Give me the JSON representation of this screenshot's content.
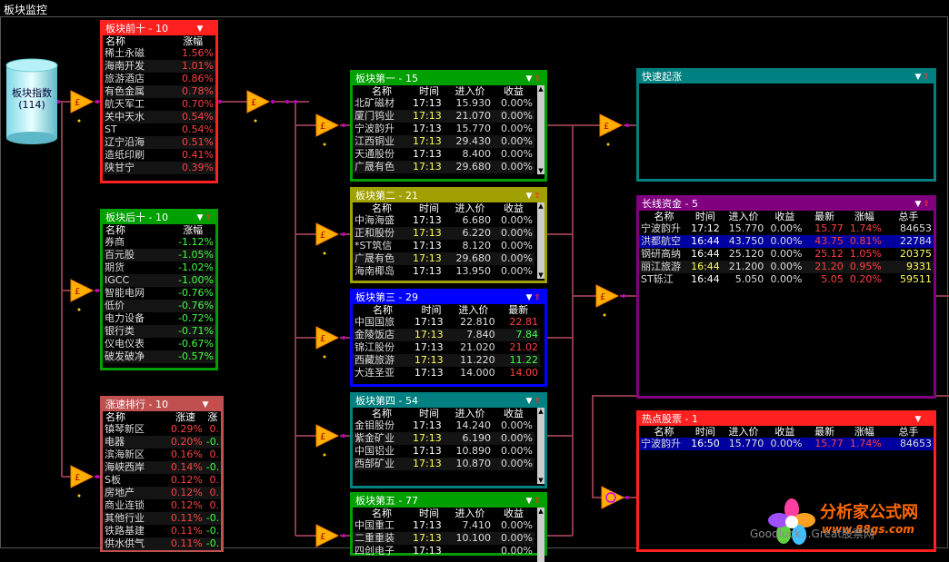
{
  "window": {
    "title": "板块监控"
  },
  "source": {
    "name": "板块指数",
    "count": "(114)"
  },
  "panels": {
    "top10": {
      "title": "板块前十 - 10",
      "headers": [
        "名称",
        "涨幅"
      ],
      "rows": [
        [
          "稀土永磁",
          "1.56%"
        ],
        [
          "海南开发",
          "1.01%"
        ],
        [
          "旅游酒店",
          "0.86%"
        ],
        [
          "有色金属",
          "0.78%"
        ],
        [
          "航天军工",
          "0.70%"
        ],
        [
          "关中天水",
          "0.54%"
        ],
        [
          "ST",
          "0.54%"
        ],
        [
          "辽宁沿海",
          "0.51%"
        ],
        [
          "造纸印刷",
          "0.41%"
        ],
        [
          "陕甘宁",
          "0.39%"
        ]
      ]
    },
    "bottom10": {
      "title": "板块后十 - 10",
      "headers": [
        "名称",
        "涨幅"
      ],
      "rows": [
        [
          "券商",
          "-1.12%"
        ],
        [
          "百元股",
          "-1.05%"
        ],
        [
          "期货",
          "-1.02%"
        ],
        [
          "IGCC",
          "-1.00%"
        ],
        [
          "智能电网",
          "-0.76%"
        ],
        [
          "低价",
          "-0.76%"
        ],
        [
          "电力设备",
          "-0.72%"
        ],
        [
          "银行类",
          "-0.71%"
        ],
        [
          "仪电仪表",
          "-0.67%"
        ],
        [
          "破发破净",
          "-0.57%"
        ]
      ]
    },
    "speed": {
      "title": "涨速排行 - 10",
      "headers": [
        "名称",
        "涨速",
        "涨"
      ],
      "rows": [
        [
          "镇琴新区",
          "0.29%",
          "0."
        ],
        [
          "电器",
          "0.20%",
          "-0."
        ],
        [
          "滨海新区",
          "0.16%",
          "0."
        ],
        [
          "海峡西岸",
          "0.14%",
          "-0."
        ],
        [
          "S板",
          "0.12%",
          "0."
        ],
        [
          "房地产",
          "0.12%",
          "0."
        ],
        [
          "商业连锁",
          "0.12%",
          "0."
        ],
        [
          "其他行业",
          "0.11%",
          "-0."
        ],
        [
          "铁路基建",
          "0.11%",
          "-0."
        ],
        [
          "供水供气",
          "0.11%",
          "-0."
        ]
      ]
    },
    "b1": {
      "title": "板块第一 - 15",
      "headers": [
        "名称",
        "时间",
        "进入价",
        "收益"
      ],
      "rows": [
        [
          "北矿磁材",
          "17:13",
          "15.930",
          "0.00%"
        ],
        [
          "厦门钨业",
          "17:13",
          "21.070",
          "0.00%"
        ],
        [
          "宁波韵升",
          "17:13",
          "15.770",
          "0.00%"
        ],
        [
          "江西铜业",
          "17:13",
          "29.430",
          "0.00%"
        ],
        [
          "天通股份",
          "17:13",
          "8.400",
          "0.00%"
        ],
        [
          "广晟有色",
          "17:13",
          "29.680",
          "0.00%"
        ]
      ]
    },
    "b2": {
      "title": "板块第二 - 21",
      "headers": [
        "名称",
        "时间",
        "进入价",
        "收益"
      ],
      "rows": [
        [
          "中海海盛",
          "17:13",
          "6.680",
          "0.00%"
        ],
        [
          "正和股份",
          "17:13",
          "6.220",
          "0.00%"
        ],
        [
          "*ST筑信",
          "17:13",
          "8.120",
          "0.00%"
        ],
        [
          "广晟有色",
          "17:13",
          "29.680",
          "0.00%"
        ],
        [
          "海南椰岛",
          "17:13",
          "13.950",
          "0.00%"
        ]
      ]
    },
    "b3": {
      "title": "板块第三 - 29",
      "headers": [
        "名称",
        "时间",
        "进入价",
        "最新"
      ],
      "rows": [
        [
          "中国国旅",
          "17:13",
          "22.810",
          "22.81"
        ],
        [
          "金陵饭店",
          "17:13",
          "7.840",
          "7.84"
        ],
        [
          "锦江股份",
          "17:13",
          "21.020",
          "21.02"
        ],
        [
          "西藏旅游",
          "17:13",
          "11.220",
          "11.22"
        ],
        [
          "大连圣亚",
          "17:13",
          "14.000",
          "14.00"
        ]
      ]
    },
    "b4": {
      "title": "板块第四 - 54",
      "headers": [
        "名称",
        "时间",
        "进入价",
        "收益"
      ],
      "rows": [
        [
          "金钼股份",
          "17:13",
          "14.240",
          "0.00%"
        ],
        [
          "紫金矿业",
          "17:13",
          "6.190",
          "0.00%"
        ],
        [
          "中国铝业",
          "17:13",
          "10.890",
          "0.00%"
        ],
        [
          "西部矿业",
          "17:13",
          "10.870",
          "0.00%"
        ]
      ]
    },
    "b5": {
      "title": "板块第五 - 77",
      "headers": [
        "名称",
        "时间",
        "进入价",
        "收益"
      ],
      "rows": [
        [
          "中国重工",
          "17:13",
          "7.410",
          "0.00%"
        ],
        [
          "二重重装",
          "17:13",
          "10.100",
          "0.00%"
        ],
        [
          "四创电子",
          "17:13",
          "",
          "0.00%"
        ]
      ]
    },
    "fast": {
      "title": "快速起涨"
    },
    "long": {
      "title": "长线资金 - 5",
      "headers": [
        "名称",
        "时间",
        "进入价",
        "收益",
        "最新",
        "涨幅",
        "总手"
      ],
      "rows": [
        [
          "宁波韵升",
          "17:12",
          "15.770",
          "0.00%",
          "15.77",
          "1.74%",
          "84653"
        ],
        [
          "洪都航空",
          "16:44",
          "43.750",
          "0.00%",
          "43.75",
          "0.81%",
          "22784"
        ],
        [
          "钢研高纳",
          "16:44",
          "25.120",
          "0.00%",
          "25.12",
          "1.05%",
          "20375"
        ],
        [
          "丽江旅游",
          "16:44",
          "21.200",
          "0.00%",
          "21.20",
          "0.95%",
          "9331"
        ],
        [
          "ST轹江",
          "16:44",
          "5.050",
          "0.00%",
          "5.05",
          "0.20%",
          "59511"
        ]
      ]
    },
    "hot": {
      "title": "热点股票 - 1",
      "headers": [
        "名称",
        "时间",
        "进入价",
        "收益",
        "最新",
        "涨幅",
        "总手"
      ],
      "rows": [
        [
          "宁波韵升",
          "16:50",
          "15.770",
          "0.00%",
          "15.77",
          "1.74%",
          "84653"
        ]
      ]
    }
  },
  "logo": {
    "line1": "分析家公式网",
    "line2": "www.88gs.com"
  },
  "watermark": "Goodluck...Great股票网",
  "colors": {
    "red": "#ff2020",
    "green": "#00a000",
    "olive": "#a0a000",
    "blue": "#0000ff",
    "teal": "#008080",
    "purple": "#800080",
    "rose": "#c05050",
    "wire": "#8b3a4a"
  }
}
